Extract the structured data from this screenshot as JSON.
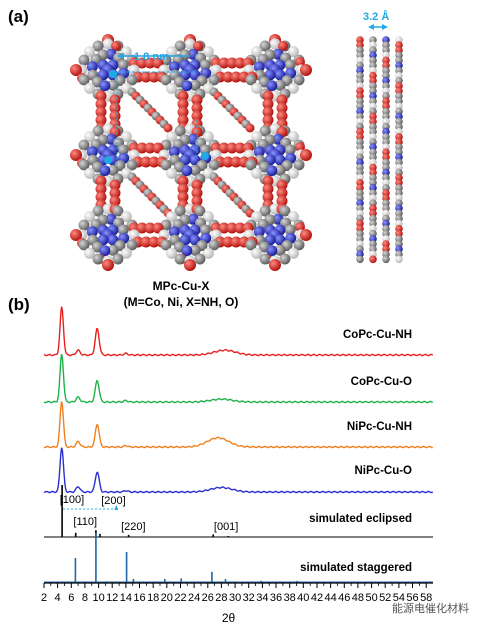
{
  "panel_a": {
    "label": "(a)",
    "caption_line1": "MPc-Cu-X",
    "caption_line2": "(M=Co, Ni, X=NH, O)",
    "pore_size": "1.8 nm",
    "stacking_distance": "3.2 Å"
  },
  "panel_b": {
    "label": "(b)"
  },
  "watermark": "能源电催化材料",
  "colors": {
    "copc_cu_nh": "#e8201e",
    "copc_cu_o": "#1fb24a",
    "nipc_cu_nh": "#f07f1d",
    "nipc_cu_o": "#2b2fd1",
    "eclipsed": "#000000",
    "staggered": "#2366a8",
    "dimension": "#21a8e6",
    "atom_o": "#d9201c",
    "atom_c": "#8a8a8a",
    "atom_n": "#2531c6",
    "atom_h": "#e6e6e6"
  },
  "chart_data": {
    "type": "line",
    "xlabel": "2θ",
    "xlim": [
      2,
      59
    ],
    "xticks": [
      2,
      4,
      6,
      8,
      10,
      12,
      14,
      16,
      18,
      20,
      22,
      24,
      26,
      28,
      30,
      32,
      34,
      36,
      38,
      40,
      42,
      44,
      46,
      48,
      50,
      52,
      54,
      56,
      58
    ],
    "xtick_labels": [
      "2",
      "4",
      "6",
      "8",
      "10",
      "12",
      "14",
      "16",
      "18",
      "20",
      "22",
      "24",
      "26",
      "28",
      "30",
      "32",
      "34",
      "36",
      "38",
      "40",
      "42",
      "44",
      "46",
      "48",
      "50",
      "52",
      "54",
      "56",
      "58"
    ],
    "series": [
      {
        "name": "CoPc-Cu-NH",
        "color": "#e8201e",
        "peaks": [
          [
            4.6,
            1.0
          ],
          [
            7.0,
            0.1
          ],
          [
            9.8,
            0.55
          ],
          [
            14.0,
            0.03
          ],
          [
            28.5,
            0.1
          ]
        ]
      },
      {
        "name": "CoPc-Cu-O",
        "color": "#1fb24a",
        "peaks": [
          [
            4.6,
            1.0
          ],
          [
            7.0,
            0.1
          ],
          [
            9.8,
            0.45
          ],
          [
            14.0,
            0.03
          ],
          [
            28.0,
            0.06
          ]
        ]
      },
      {
        "name": "NiPc-Cu-NH",
        "color": "#f07f1d",
        "peaks": [
          [
            4.6,
            1.0
          ],
          [
            7.0,
            0.12
          ],
          [
            9.8,
            0.5
          ],
          [
            14.0,
            0.03
          ],
          [
            27.5,
            0.2
          ]
        ]
      },
      {
        "name": "NiPc-Cu-O",
        "color": "#2b2fd1",
        "peaks": [
          [
            4.6,
            1.0
          ],
          [
            7.0,
            0.12
          ],
          [
            9.8,
            0.45
          ],
          [
            14.0,
            0.03
          ],
          [
            28.0,
            0.1
          ]
        ]
      },
      {
        "name": "simulated eclipsed",
        "color": "#000000",
        "sticks": [
          [
            4.65,
            1.0
          ],
          [
            6.65,
            0.08
          ],
          [
            9.6,
            0.13
          ],
          [
            10.2,
            0.06
          ],
          [
            14.4,
            0.04
          ],
          [
            26.8,
            0.05
          ],
          [
            29.0,
            0.02
          ]
        ]
      },
      {
        "name": "simulated staggered",
        "color": "#2366a8",
        "sticks": [
          [
            6.6,
            0.4
          ],
          [
            9.6,
            0.82
          ],
          [
            14.1,
            0.5
          ],
          [
            15.1,
            0.05
          ],
          [
            19.7,
            0.05
          ],
          [
            22.1,
            0.06
          ],
          [
            26.6,
            0.17
          ],
          [
            28.6,
            0.05
          ],
          [
            33.8,
            0.02
          ],
          [
            39.1,
            0.02
          ]
        ]
      }
    ],
    "annotations": [
      {
        "text": "[100]",
        "x": 4.6
      },
      {
        "text": "[200]",
        "x": 9.8
      },
      {
        "text": "[110]",
        "x": 6.6
      },
      {
        "text": "[220]",
        "x": 13.3
      },
      {
        "text": "[001]",
        "x": 26.9
      }
    ]
  }
}
